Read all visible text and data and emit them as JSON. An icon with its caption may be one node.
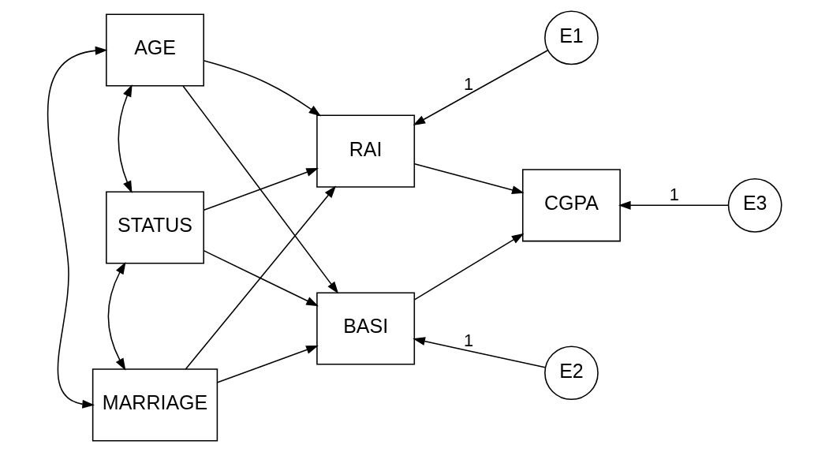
{
  "diagram": {
    "nodes": [
      {
        "text": [
          "AGE"
        ]
      },
      {
        "text": [
          "STATUS"
        ]
      },
      {
        "text": [
          "MARRIAGE"
        ]
      },
      {
        "text": [
          "RAI"
        ]
      },
      {
        "text": [
          "BASI"
        ]
      },
      {
        "text": [
          "CGPA"
        ]
      },
      {
        "text": [
          "E1"
        ]
      },
      {
        "text": [
          "E2"
        ]
      },
      {
        "text": [
          "E3"
        ]
      }
    ],
    "edges": [
      {
        "from": 0,
        "to": 3,
        "arrow": "to"
      },
      {
        "from": 0,
        "to": 4,
        "arrow": "to"
      },
      {
        "from": 1,
        "to": 3,
        "arrow": "to"
      },
      {
        "from": 1,
        "to": 4,
        "arrow": "to"
      },
      {
        "from": 2,
        "to": 3,
        "arrow": "to"
      },
      {
        "from": 2,
        "to": 4,
        "arrow": "to"
      },
      {
        "from": 3,
        "to": 5,
        "arrow": "to"
      },
      {
        "from": 4,
        "to": 5,
        "arrow": "to"
      },
      {
        "from": 6,
        "to": 3,
        "arrow": "to",
        "label": "1"
      },
      {
        "from": 7,
        "to": 4,
        "arrow": "to",
        "label": "1"
      },
      {
        "from": 8,
        "to": 5,
        "arrow": "to",
        "label": "1"
      },
      {
        "from": 0,
        "to": 1,
        "arrow": "both"
      },
      {
        "from": 1,
        "to": 2,
        "arrow": "both"
      },
      {
        "from": 0,
        "to": 2,
        "arrow": "both"
      }
    ]
  }
}
